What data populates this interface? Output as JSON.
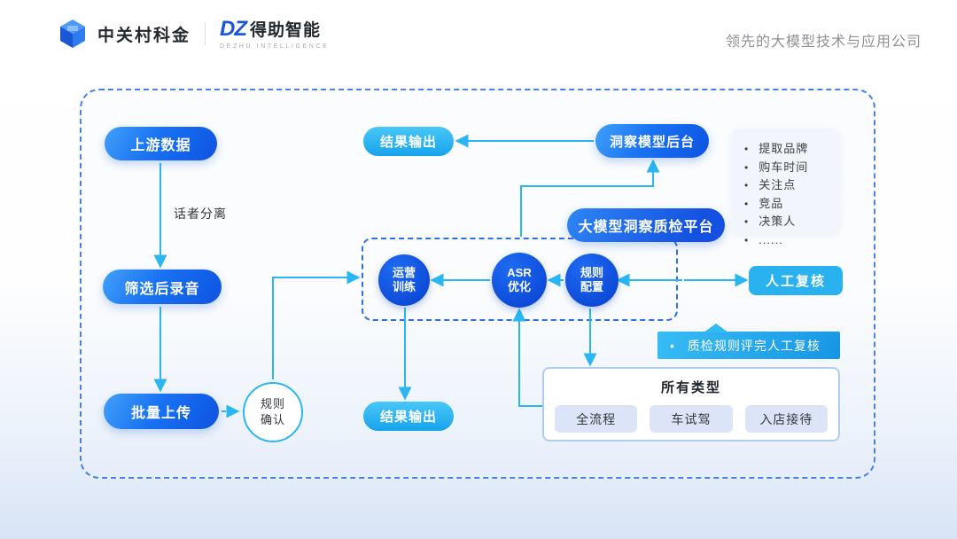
{
  "header": {
    "brand_left": "中关村科金",
    "brand_right_prefix": "DZ",
    "brand_right": "得助智能",
    "brand_sub": "DEZHU INTELLIGENCE",
    "tagline": "领先的大模型技术与应用公司"
  },
  "diagram": {
    "upstream_data": "上游数据",
    "speaker_separation_label": "话者分离",
    "filtered_recording": "筛选后录音",
    "batch_upload": "批量上传",
    "rule_confirm": {
      "line1": "规则",
      "line2": "确认"
    },
    "result_output_top": "结果输出",
    "insight_model_backend": "洞察模型后台",
    "platform": "大模型洞察质检平台",
    "operation_training": {
      "line1": "运营",
      "line2": "训练"
    },
    "asr_optimize": {
      "line1": "ASR",
      "line2": "优化"
    },
    "rule_config": {
      "line1": "规则",
      "line2": "配置"
    },
    "manual_review": "人工复核",
    "callout": "质检规则评完人工复核",
    "result_output_bottom": "结果输出",
    "all_types": {
      "title": "所有类型",
      "chips": [
        "全流程",
        "车试驾",
        "入店接待"
      ]
    },
    "insight_items": [
      "提取品牌",
      "购车时间",
      "关注点",
      "竞品",
      "决策人",
      "......"
    ],
    "colors": {
      "primary_blue": "#1159e6",
      "deep_blue": "#0d49d8",
      "cyan": "#29b6f2",
      "dashed_border": "#4a80e8",
      "chip_bg": "#dbe5f7",
      "card_bg": "#f2f6fc",
      "tagline_gray": "#8d9096"
    }
  }
}
